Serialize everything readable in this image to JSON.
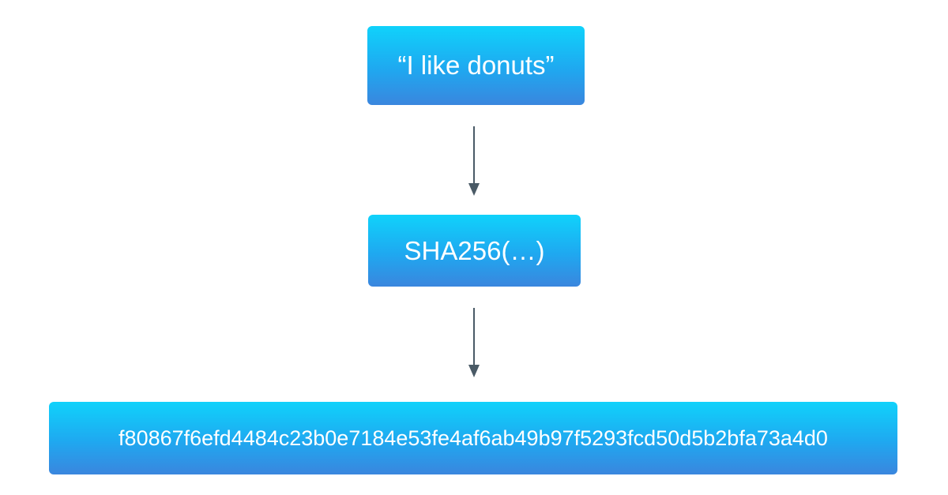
{
  "diagram": {
    "input_label": "“I like donuts”",
    "function_label": "SHA256(…)",
    "output_label": "f80867f6efd4484c23b0e7184e53fe4af6ab49b97f5293fcd50d5b2bfa73a4d0"
  },
  "colors": {
    "box_gradient_top": "#10d2fb",
    "box_gradient_bottom": "#3a86de",
    "arrow": "#4a5a66",
    "text": "#ffffff"
  }
}
